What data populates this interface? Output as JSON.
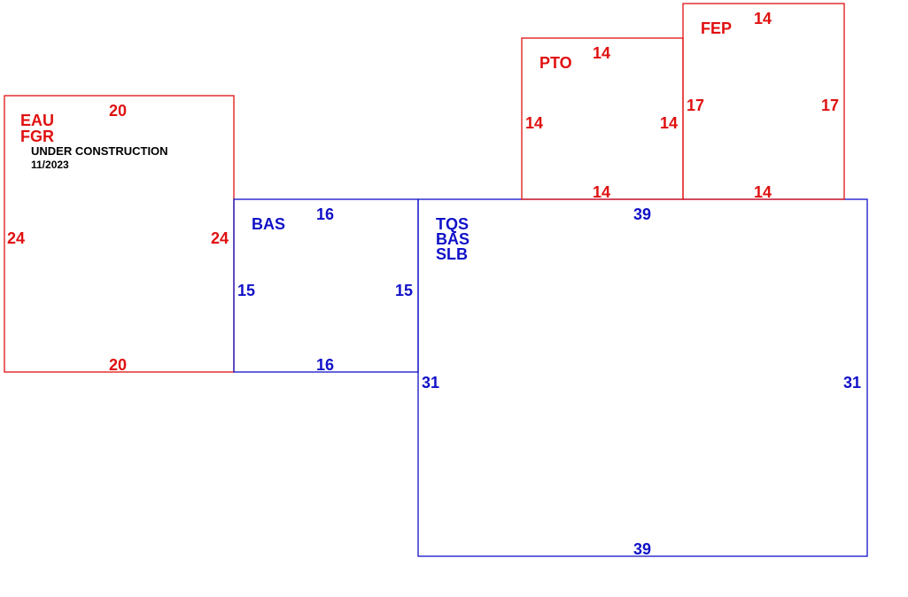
{
  "colors": {
    "existing": "#1010c8",
    "proposed": "#e01010",
    "note": "#000000"
  },
  "sections": [
    {
      "id": "eau",
      "color_key": "proposed",
      "codes": [
        "EAU",
        "FGR"
      ],
      "notes": [
        "UNDER CONSTRUCTION",
        "11/2023"
      ],
      "dims": {
        "top": "20",
        "bottom": "20",
        "left": "24",
        "right": "24"
      }
    },
    {
      "id": "bas",
      "color_key": "existing",
      "codes": [
        "BAS"
      ],
      "notes": [],
      "dims": {
        "top": "16",
        "bottom": "16",
        "left": "15",
        "right": "15"
      }
    },
    {
      "id": "main",
      "color_key": "existing",
      "codes": [
        "TQS",
        "BAS",
        "SLB"
      ],
      "notes": [],
      "dims": {
        "top": "39",
        "bottom": "39",
        "left": "31",
        "right": "31"
      }
    },
    {
      "id": "pto",
      "color_key": "proposed",
      "codes": [
        "PTO"
      ],
      "notes": [],
      "dims": {
        "top": "14",
        "bottom": "14",
        "left": "14",
        "right": "14"
      }
    },
    {
      "id": "fep",
      "color_key": "proposed",
      "codes": [
        "FEP"
      ],
      "notes": [],
      "dims": {
        "top": "14",
        "bottom": "14",
        "left": "17",
        "right": "17"
      }
    }
  ]
}
